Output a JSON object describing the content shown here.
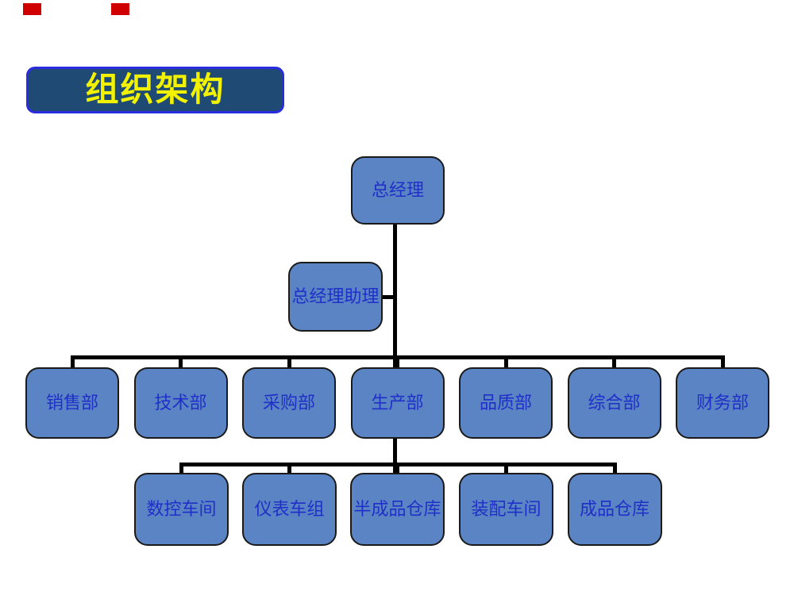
{
  "title": {
    "text": "组织架构"
  },
  "decorations": {
    "red_square_color": "#d00000",
    "red_square_count": 2
  },
  "colors": {
    "title_bg": "#1e4a73",
    "title_border": "#2b2be0",
    "title_text": "#f2f200",
    "node_fill": "#5b84c4",
    "node_border": "#1a1a1a",
    "node_text": "#1f2fc8",
    "connector": "#000000",
    "background": "#ffffff"
  },
  "chart_data": {
    "type": "org-tree",
    "title": "组织架构",
    "root": "总经理",
    "assistant": "总经理助理",
    "departments": [
      "销售部",
      "技术部",
      "采购部",
      "生产部",
      "品质部",
      "综合部",
      "财务部"
    ],
    "production_parent": "生产部",
    "production_children": [
      "数控车间",
      "仪表车组",
      "半成品仓库",
      "装配车间",
      "成品仓库"
    ]
  }
}
